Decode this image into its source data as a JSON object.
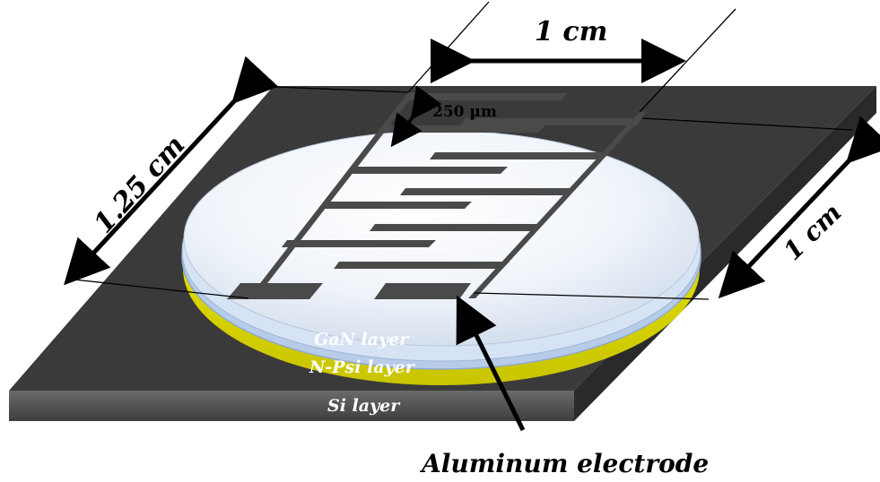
{
  "labels": {
    "top_width": "1 cm",
    "left_length": "1.25 cm",
    "right_width": "1 cm",
    "finger_spacing": "250 µm",
    "gan_layer": "GaN  layer",
    "npsi_layer": "N-Psi layer",
    "si_layer": "Si layer",
    "electrode": "Aluminum  electrode"
  },
  "colors": {
    "substrate_top": "#3b3b3b",
    "substrate_front": "#5a5a5a",
    "substrate_side": "#2c2c2c",
    "npsi_yellow": "#e8e400",
    "gan_blue": "#bcd4f0",
    "disc_white": "#f2f6fc",
    "electrode_gray": "#4d4d4d",
    "arrow_black": "#000000",
    "layer_text": "#ffffff",
    "label_text": "#000000"
  }
}
